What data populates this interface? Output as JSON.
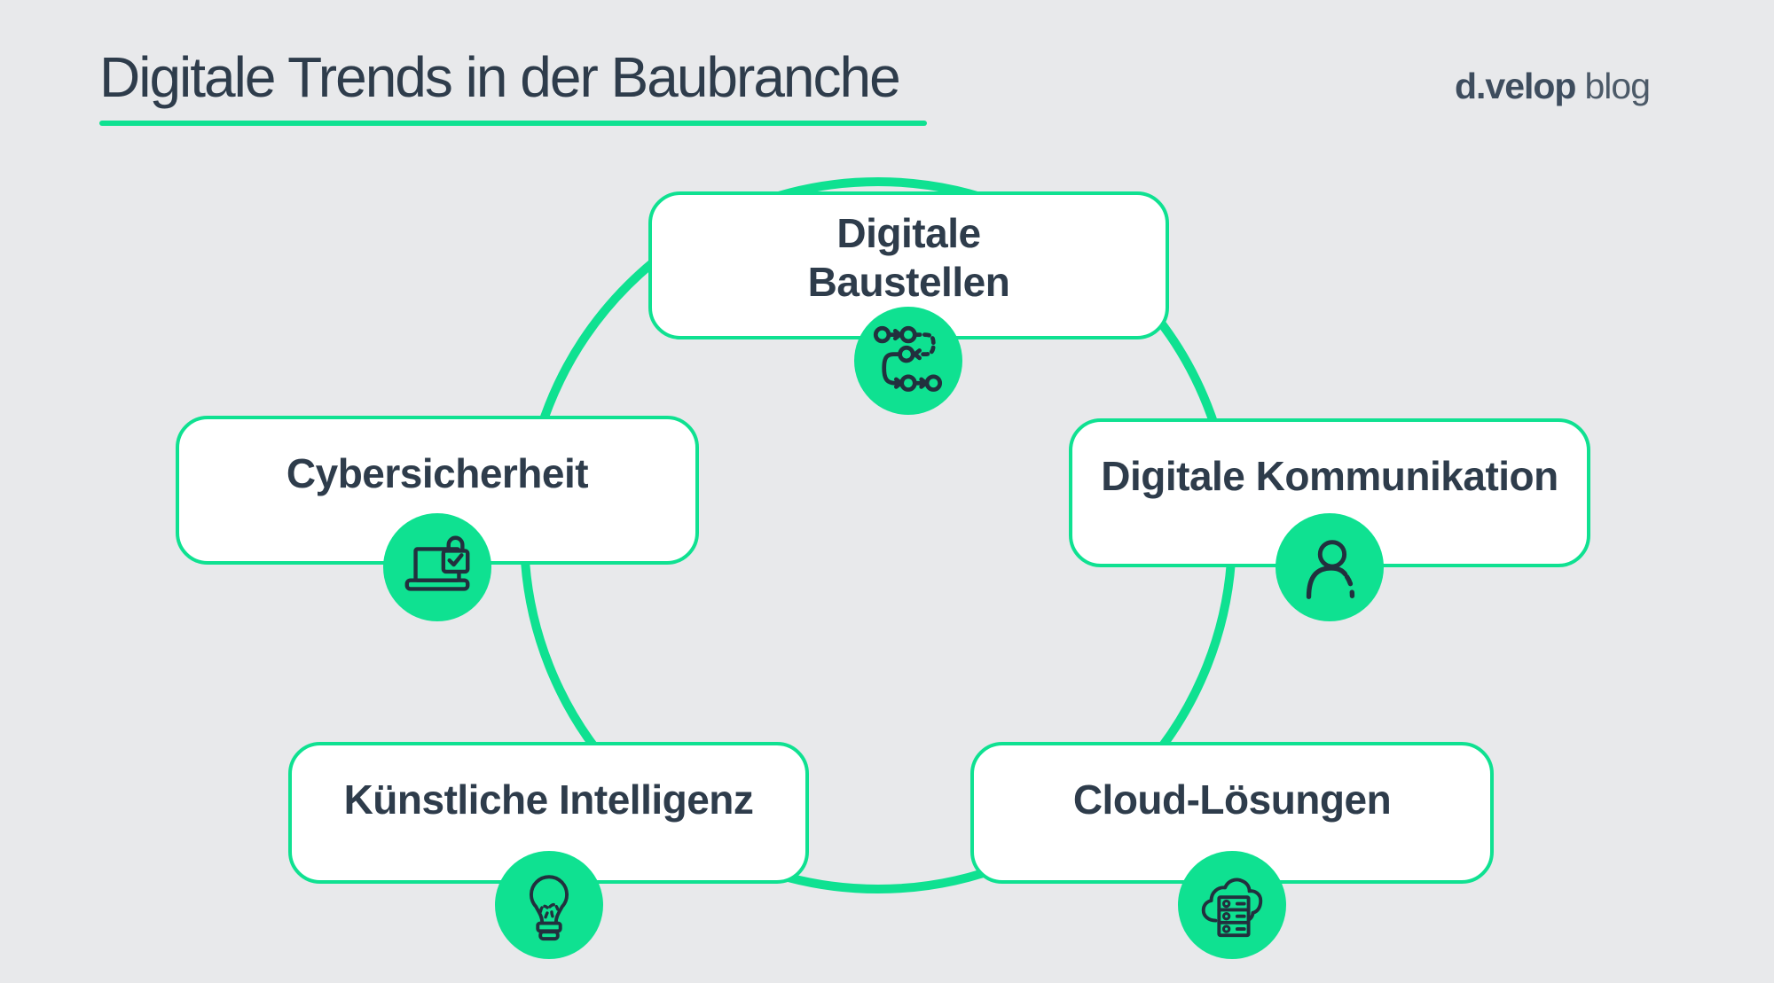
{
  "header": {
    "title": "Digitale Trends in der Baubranche",
    "logo": {
      "brand": "d.velop",
      "suffix": "blog"
    }
  },
  "colors": {
    "background": "#E8E9EB",
    "accent": "#0FE191",
    "text_dark": "#2E3C4B",
    "icon_stroke": "#22303E",
    "logo": "#3E4D5E"
  },
  "diagram": {
    "shape": "circle-cycle",
    "nodes": [
      {
        "id": "digitale-baustellen",
        "label": "Digitale Baustellen",
        "lines": [
          "Digitale",
          "Baustellen"
        ],
        "icon": "workflow-icon"
      },
      {
        "id": "cybersicherheit",
        "label": "Cybersicherheit",
        "icon": "laptop-security-icon"
      },
      {
        "id": "digitale-kommunikation",
        "label": "Digitale Kommunikation",
        "icon": "person-icon"
      },
      {
        "id": "kuenstliche-intelligenz",
        "label": "Künstliche Intelligenz",
        "icon": "lightbulb-icon"
      },
      {
        "id": "cloud-loesungen",
        "label": "Cloud-Lösungen",
        "icon": "cloud-server-icon"
      }
    ]
  }
}
